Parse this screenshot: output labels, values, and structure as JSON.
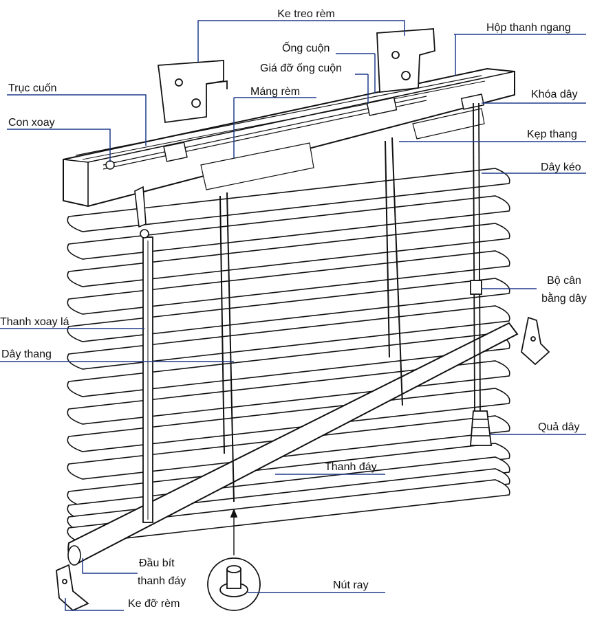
{
  "labels": {
    "ke_treo_rem": "Ke treo rèm",
    "hop_thanh_ngang": "Hộp thanh ngang",
    "ong_cuon": "Ống cuộn",
    "gia_do_ong_cuon": "Giá đỡ ống cuộn",
    "truc_cuon": "Trục cuốn",
    "mang_rem": "Máng rèm",
    "khoa_day": "Khóa dây",
    "con_xoay": "Con xoay",
    "kep_thang": "Kẹp thang",
    "day_keo": "Dây kéo",
    "bo_can_bang_day_1": "Bộ cân",
    "bo_can_bang_day_2": "bằng dây",
    "thanh_xoay_la": "Thanh xoay lá",
    "day_thang": "Dây thang",
    "qua_day": "Quả dây",
    "thanh_day": "Thanh đáy",
    "dau_bit_1": "Đầu bít",
    "dau_bit_2": "thanh đáy",
    "nut_ray": "Nút ray",
    "ke_do_rem": "Ke đỡ rèm"
  },
  "colors": {
    "line": "#111111",
    "leader": "#1f3a8a",
    "background": "#ffffff"
  }
}
